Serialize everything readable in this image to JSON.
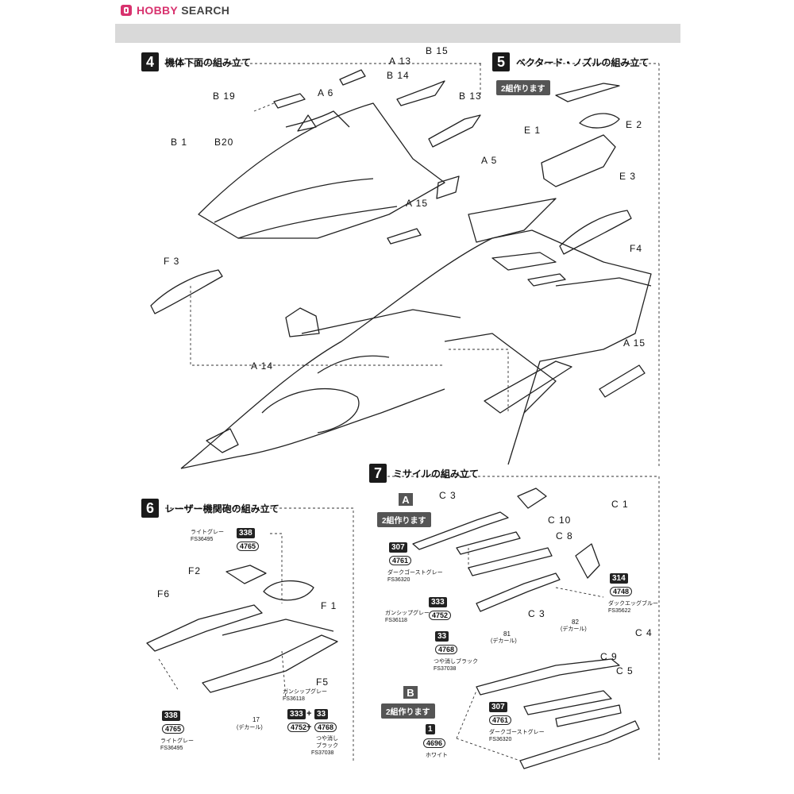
{
  "header": {
    "logo_prefix": "H",
    "logo_brand": "OBBY",
    "logo_suffix": "SEARCH"
  },
  "steps": [
    {
      "num": "4",
      "title": "機体下面の組み立て"
    },
    {
      "num": "5",
      "title": "ベクタード・ノズルの組み立て"
    },
    {
      "num": "6",
      "title": "レーザー機関砲の組み立て"
    },
    {
      "num": "7",
      "title": "ミサイルの組み立て"
    }
  ],
  "tags": {
    "make_two_5": "2組作ります",
    "make_two_a": "2組作ります",
    "make_two_b": "2組作ります"
  },
  "variants": {
    "a": "A",
    "b": "B"
  },
  "parts4": {
    "a13": "A 13",
    "b15": "B 15",
    "b14": "B 14",
    "b19": "B 19",
    "a6": "A 6",
    "b13": "B 13",
    "b1": "B 1",
    "b20": "B20",
    "a5": "A 5",
    "a15a": "A 15",
    "f3": "F 3",
    "f4": "F4",
    "a14": "A 14",
    "a15b": "A 15"
  },
  "parts5": {
    "e1": "E 1",
    "e2": "E 2",
    "e3": "E 3"
  },
  "parts6": {
    "f2": "F2",
    "f6": "F6",
    "f1": "F 1",
    "f5": "F5",
    "decal17": "17",
    "decal_label": "(デカール)"
  },
  "paints6": {
    "c338a": "338",
    "c4765a": "4765",
    "lightgray_a": "ライトグレー",
    "fs_a": "FS36495",
    "c338b": "338",
    "c4765b": "4765",
    "lightgray_b": "ライトグレー",
    "fs_b": "FS36495",
    "gunship": "ガンシップグレー",
    "fs_gunship": "FS36118",
    "c333": "333",
    "plus1": "+",
    "c33": "33",
    "c4752": "4752",
    "plus2": "+",
    "c4768": "4768",
    "flatblack1": "つや消し",
    "flatblack2": "ブラック",
    "fs_black": "FS37038"
  },
  "parts7": {
    "c3a": "C 3",
    "c1": "C 1",
    "c10": "C 10",
    "c8": "C 8",
    "c3b": "C 3",
    "c4": "C 4",
    "c9": "C 9",
    "c5": "C 5",
    "d82": "82",
    "d82l": "(デカール)",
    "d81": "81",
    "d81l": "(デカール)"
  },
  "paints7": {
    "c307a": "307",
    "c4761a": "4761",
    "darkghost_a": "ダークゴーストグレー",
    "fs_dg_a": "FS36320",
    "c314": "314",
    "c4748": "4748",
    "dukblue": "ダックエッグブルー",
    "fs_duk": "FS35622",
    "c333": "333",
    "c4752": "4752",
    "gunship": "ガンシップグレー",
    "fs_gun": "FS36118",
    "c33": "33",
    "c4768": "4768",
    "flatblack": "つや消しブラック",
    "fs_black": "FS37038",
    "c307b": "307",
    "c4761b": "4761",
    "darkghost_b": "ダークゴーストグレー",
    "fs_dg_b": "FS36320",
    "c1": "1",
    "c4696": "4696",
    "white": "ホワイト"
  }
}
